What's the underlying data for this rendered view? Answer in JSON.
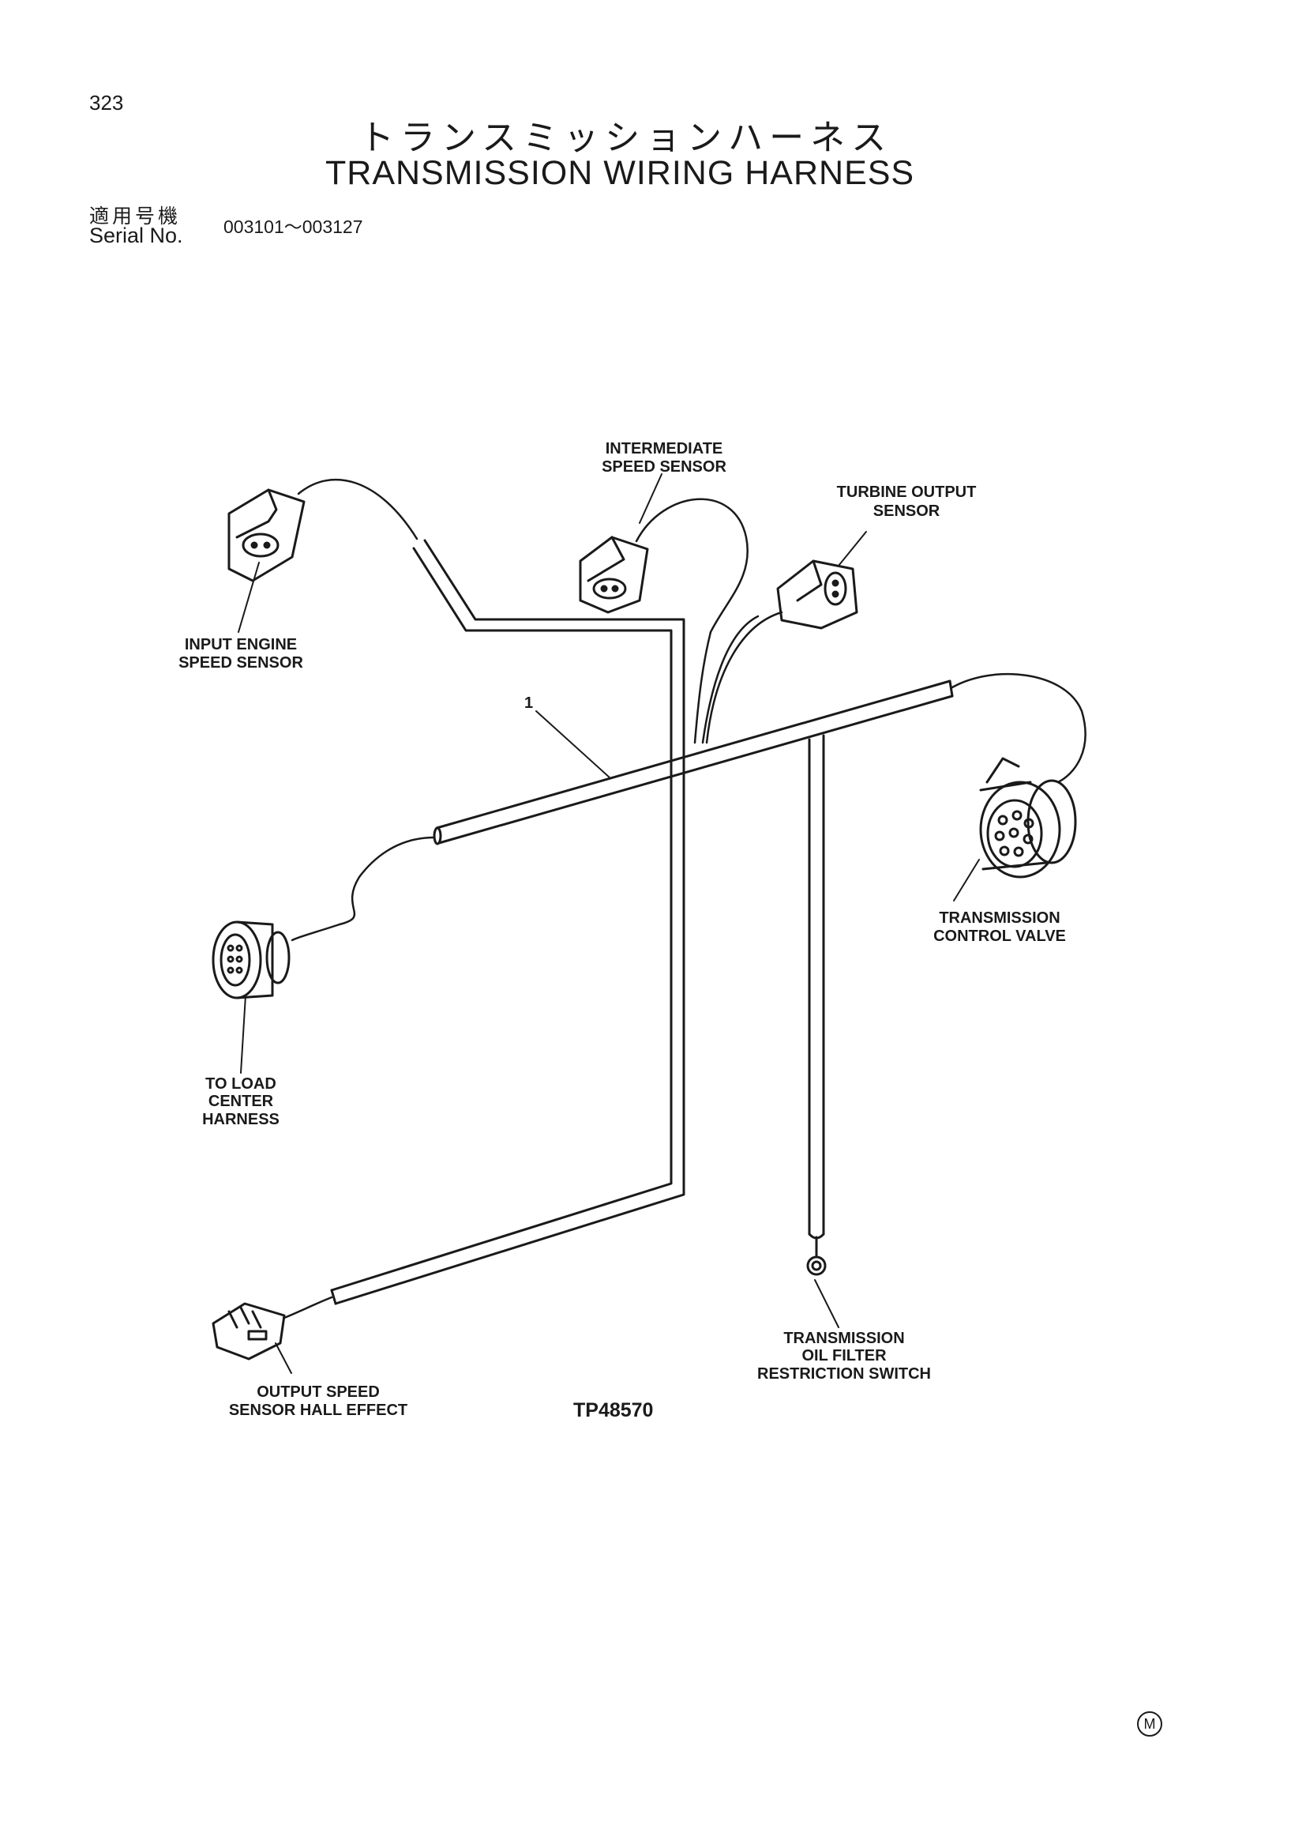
{
  "page": {
    "number": "323",
    "title_jp": "トランスミッションハーネス",
    "title_en": "TRANSMISSION WIRING HARNESS",
    "serial_label_jp": "適用号機",
    "serial_label_en": "Serial No.",
    "serial_range": "003101～003127",
    "corner_mark": "M"
  },
  "diagram": {
    "item_number": "1",
    "reference_code": "TP48570",
    "labels": {
      "intermediate_speed_sensor": [
        "INTERMEDIATE",
        "SPEED SENSOR"
      ],
      "turbine_output_sensor": [
        "TURBINE OUTPUT",
        "SENSOR"
      ],
      "input_engine_speed_sensor": [
        "INPUT ENGINE",
        "SPEED SENSOR"
      ],
      "transmission_control_valve": [
        "TRANSMISSION",
        "CONTROL VALVE"
      ],
      "to_load_center_harness": [
        "TO LOAD",
        "CENTER",
        "HARNESS"
      ],
      "oil_filter_restriction_switch": [
        "TRANSMISSION",
        "OIL FILTER",
        "RESTRICTION SWITCH"
      ],
      "output_speed_sensor": [
        "OUTPUT SPEED",
        "SENSOR HALL EFFECT"
      ]
    }
  }
}
